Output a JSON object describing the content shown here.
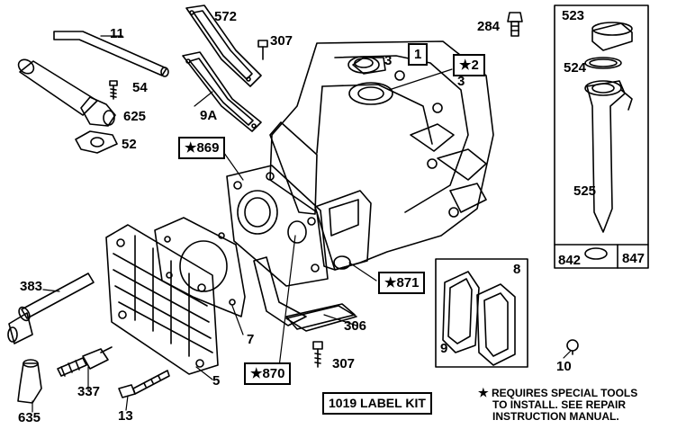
{
  "labels": {
    "p11": "11",
    "p572": "572",
    "p307a": "307",
    "p284": "284",
    "p3a": "3",
    "p1": "1",
    "p2": "2",
    "p3b": "3",
    "p54": "54",
    "p625": "625",
    "p52": "52",
    "p9a": "9A",
    "p869": "869",
    "p523": "523",
    "p524": "524",
    "p525": "525",
    "p842": "842",
    "p847": "847",
    "p383": "383",
    "p7": "7",
    "p871": "871",
    "p306": "306",
    "p8": "8",
    "p9": "9",
    "p307b": "307",
    "p10": "10",
    "p870": "870",
    "p5": "5",
    "p337": "337",
    "p635": "635",
    "p13": "13"
  },
  "kit_label": "1019 LABEL KIT",
  "note": {
    "line1": "REQUIRES SPECIAL TOOLS",
    "line2": "TO INSTALL.  SEE REPAIR",
    "line3": "INSTRUCTION MANUAL."
  },
  "colors": {
    "ink": "#000000",
    "paper": "#ffffff"
  }
}
